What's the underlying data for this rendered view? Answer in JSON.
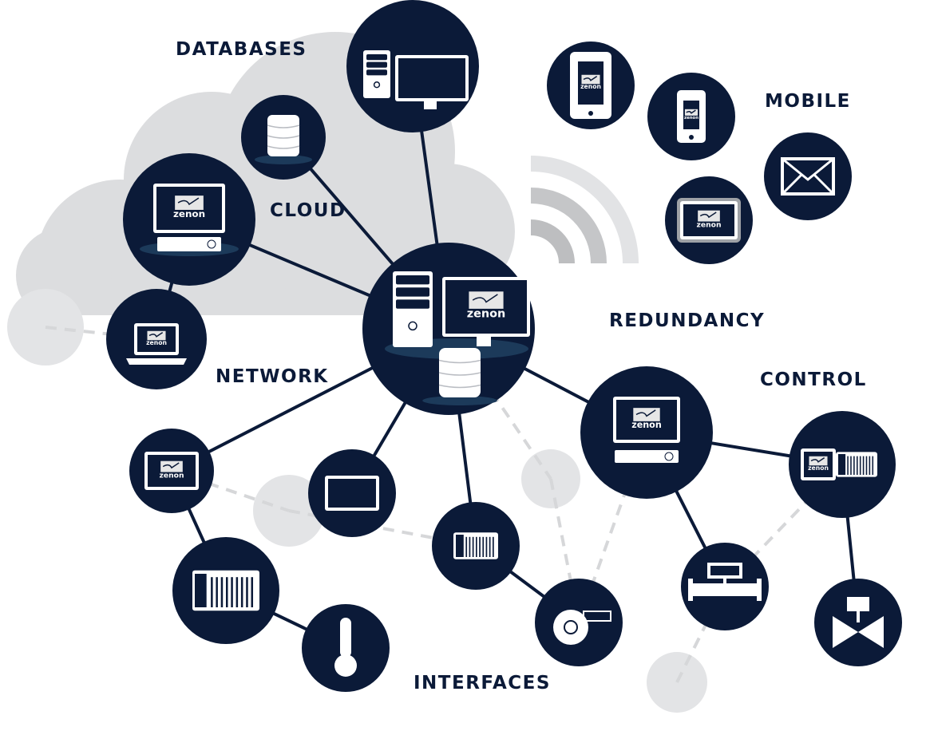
{
  "labels": {
    "databases": "DATABASES",
    "cloud": "CLOUD",
    "mobile": "MOBILE",
    "redundancy": "REDUNDANCY",
    "network": "NETWORK",
    "control": "CONTROL",
    "interfaces": "INTERFACES"
  },
  "logo_text": "zenon",
  "colors": {
    "node": "#0b1a38",
    "cloud": "#dcdddf",
    "gray_node": "#e3e4e6",
    "link": "#0b1a38",
    "dashed": "#d6d7d9",
    "wifi": "#c9cacc"
  }
}
